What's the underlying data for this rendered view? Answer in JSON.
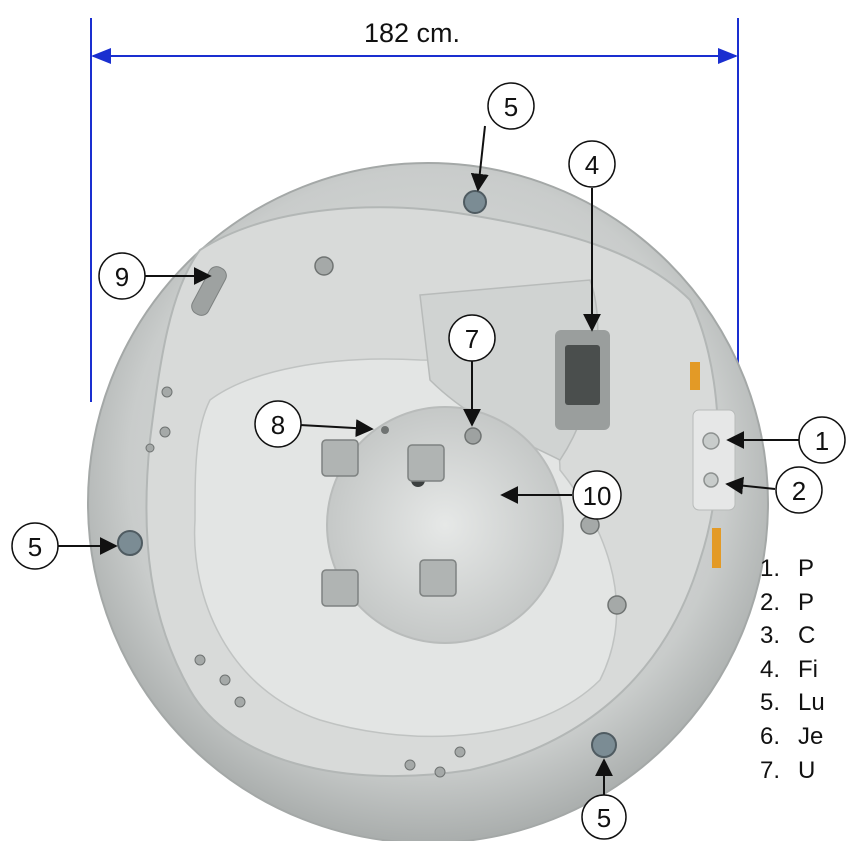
{
  "dimension": {
    "label": "182 cm.",
    "color": "#1a2fd0"
  },
  "callouts": [
    "5",
    "4",
    "9",
    "7",
    "8",
    "1",
    "10",
    "2",
    "5",
    "5"
  ],
  "legend": [
    {
      "num": "1.",
      "text": "P"
    },
    {
      "num": "2.",
      "text": "P"
    },
    {
      "num": "3.",
      "text": "C"
    },
    {
      "num": "4.",
      "text": "Fi"
    },
    {
      "num": "5.",
      "text": "Lu"
    },
    {
      "num": "6.",
      "text": "Je"
    },
    {
      "num": "7.",
      "text": "U"
    }
  ],
  "colors": {
    "tub_shell": "#bfc2c2",
    "tub_interior": "#dcdedd",
    "line": "#111111"
  }
}
